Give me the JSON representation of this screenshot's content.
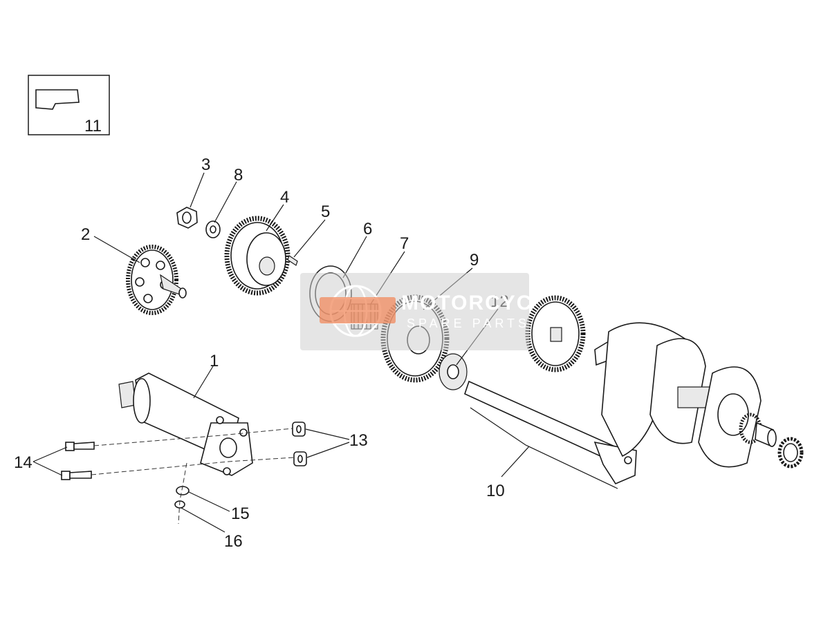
{
  "diagram": {
    "inset_label": "11",
    "callouts": [
      "1",
      "2",
      "3",
      "4",
      "5",
      "6",
      "7",
      "8",
      "9",
      "10",
      "12",
      "13",
      "14",
      "15",
      "16"
    ]
  },
  "watermark": {
    "brand": "MOTORCYC",
    "tagline": "SPARE PARTS",
    "logo_icon": "globe-icon",
    "accent": "#f08a5d"
  }
}
